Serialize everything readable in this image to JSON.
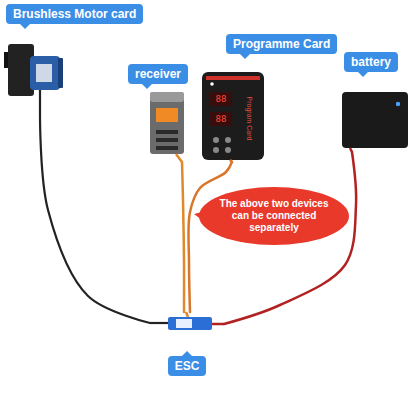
{
  "diagram": {
    "nodes": [
      {
        "text": [
          "Brushless Motor card"
        ]
      },
      {
        "text": [
          "receiver"
        ]
      },
      {
        "text": [
          "Programme Card"
        ]
      },
      {
        "text": [
          "battery"
        ]
      },
      {
        "text": [
          "The above two devices can be connected separately"
        ]
      },
      {
        "text": [
          "ESC"
        ]
      }
    ],
    "edges": [
      {
        "from": 0,
        "to": 5,
        "arrow": "none"
      },
      {
        "from": 1,
        "to": 5,
        "arrow": "none"
      },
      {
        "from": 2,
        "to": 5,
        "arrow": "none"
      },
      {
        "from": 3,
        "to": 5,
        "arrow": "none"
      }
    ],
    "labels": [
      "Program Card",
      "88",
      "88"
    ]
  }
}
